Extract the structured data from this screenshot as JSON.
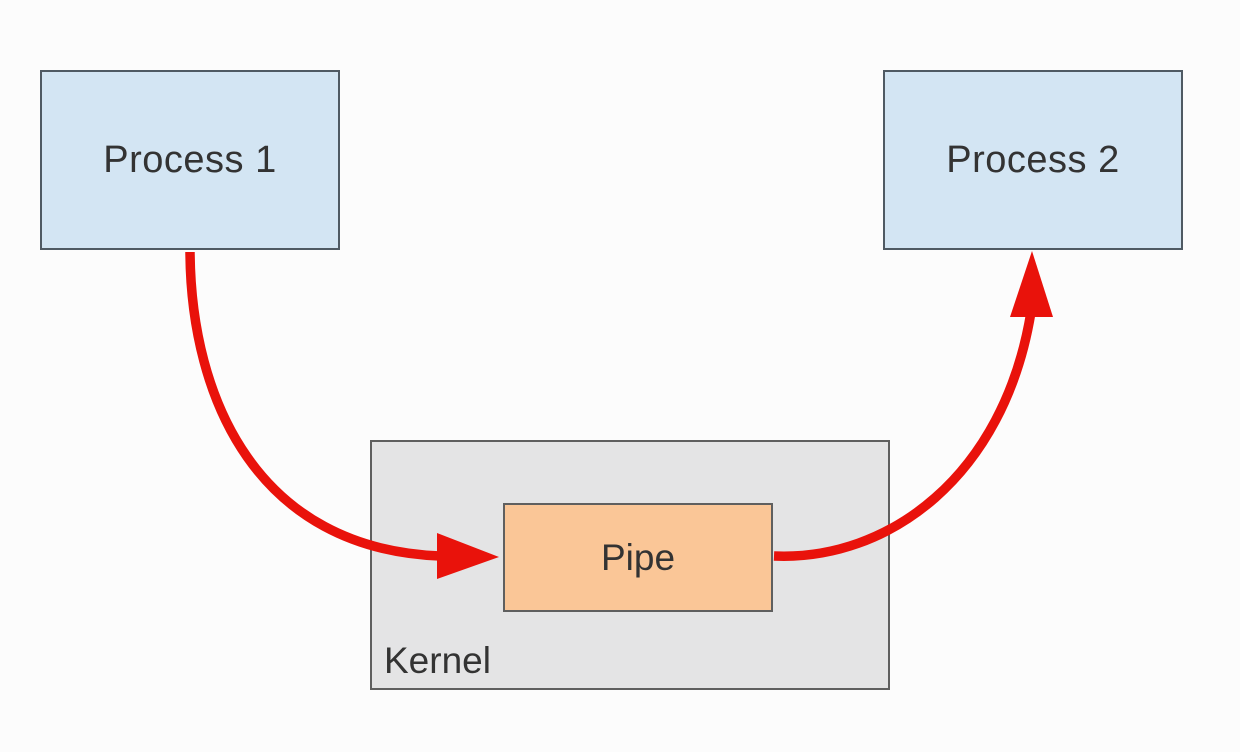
{
  "diagram": {
    "nodes": {
      "process1": {
        "label": "Process 1",
        "shape": "rect",
        "fill": "#d3e5f3"
      },
      "process2": {
        "label": "Process 2",
        "shape": "rect",
        "fill": "#d3e5f3"
      },
      "kernel": {
        "label": "Kernel",
        "shape": "rect",
        "fill": "#e4e4e5"
      },
      "pipe": {
        "label": "Pipe",
        "shape": "rect",
        "fill": "#fac697",
        "parent": "kernel"
      }
    },
    "edges": [
      {
        "from": "process1",
        "to": "pipe",
        "style": "curved-arrow",
        "color": "#e9120b"
      },
      {
        "from": "pipe",
        "to": "process2",
        "style": "curved-arrow",
        "color": "#e9120b"
      }
    ],
    "colors": {
      "background": "#fcfcfc",
      "process_fill": "#d3e5f3",
      "process_border": "#4f5a63",
      "kernel_fill": "#e4e4e5",
      "kernel_border": "#5f5f5f",
      "pipe_fill": "#fac697",
      "pipe_border": "#5f5f5f",
      "text": "#333333",
      "arrow": "#e9120b"
    }
  }
}
